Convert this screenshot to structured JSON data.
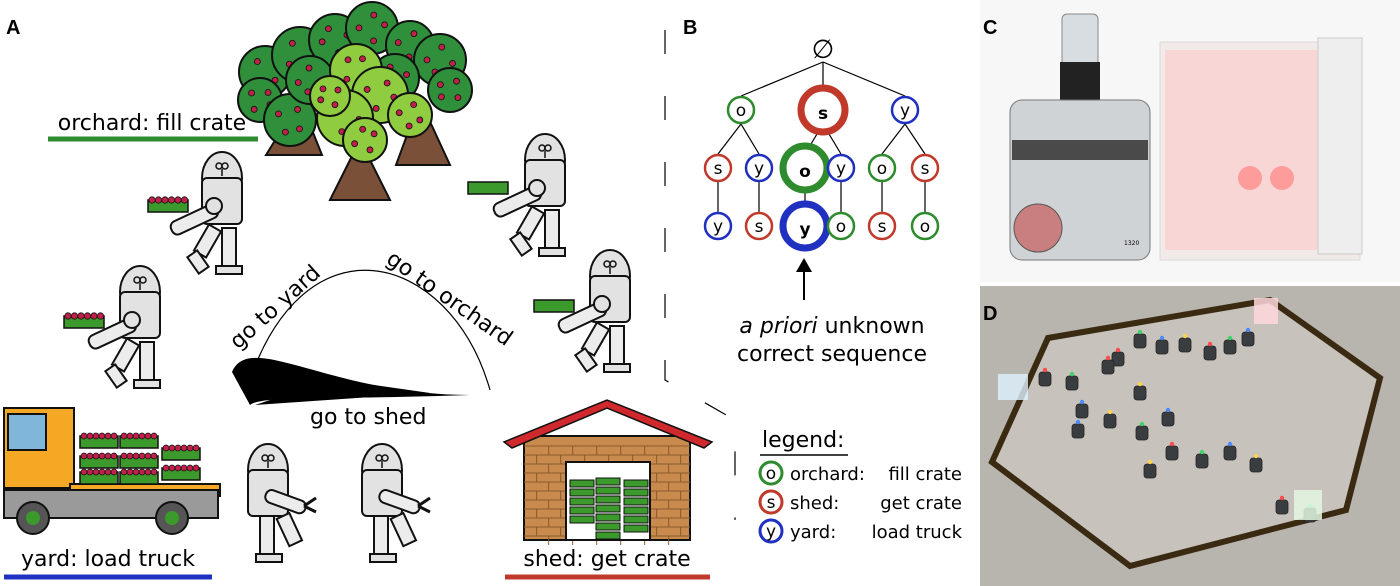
{
  "panels": {
    "a": "A",
    "b": "B",
    "c": "C",
    "d": "D"
  },
  "scene": {
    "orchard_label": "orchard: fill crate",
    "yard_label": "yard: load truck",
    "shed_label": "shed: get crate",
    "route_yard": "go to yard",
    "route_orchard": "go to orchard",
    "route_shed": "go to shed"
  },
  "tree": {
    "root_symbol": "∅",
    "annotation_prefix": "a priori",
    "annotation_suffix": " unknown",
    "annotation_line2": "correct sequence",
    "nodes": {
      "l1": [
        "o",
        "s",
        "y"
      ],
      "l2": [
        "s",
        "y",
        "o",
        "y",
        "o",
        "s"
      ],
      "l3": [
        "y",
        "s",
        "y",
        "o",
        "s",
        "o"
      ]
    },
    "legend_title": "legend:",
    "legend": [
      {
        "sym": "o",
        "place": "orchard:",
        "task": "fill crate"
      },
      {
        "sym": "s",
        "place": "shed:",
        "task": "get crate"
      },
      {
        "sym": "y",
        "place": "yard:",
        "task": "load truck"
      }
    ]
  },
  "photo": {
    "robot_id": "1320"
  },
  "colors": {
    "orchard": "#2e8b2e",
    "shed": "#c0392b",
    "yard": "#2030c0",
    "tree_dark": "#2f8f3a",
    "tree_light": "#8fcc40",
    "fruit": "#c0204a",
    "trunk": "#7a5038",
    "crate": "#3c9a2c",
    "truck": "#f5a823",
    "wood": "#c98a4e",
    "roof": "#d0292d"
  }
}
